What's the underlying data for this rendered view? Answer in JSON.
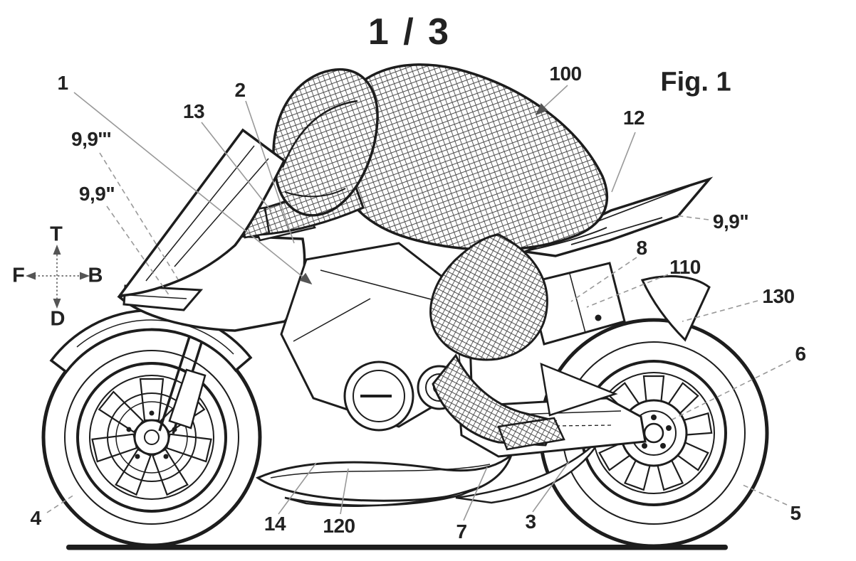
{
  "page": {
    "sheet_indicator": "1 / 3",
    "figure_caption": "Fig. 1"
  },
  "orientation_cross": {
    "top": "T",
    "bottom": "D",
    "left": "F",
    "right": "B"
  },
  "reference_labels": {
    "r1": "1",
    "r2": "2",
    "r3": "3",
    "r4": "4",
    "r5": "5",
    "r6": "6",
    "r7": "7",
    "r8": "8",
    "r12": "12",
    "r13": "13",
    "r14": "14",
    "r100": "100",
    "r110": "110",
    "r120": "120",
    "r130": "130",
    "r9_triple_prime": "9,9'''",
    "r9_double_prime_left": "9,9\"",
    "r9_double_prime_right": "9,9\""
  },
  "colors": {
    "ink": "#1d1d1d",
    "leader_line": "#999999",
    "background": "#ffffff"
  }
}
